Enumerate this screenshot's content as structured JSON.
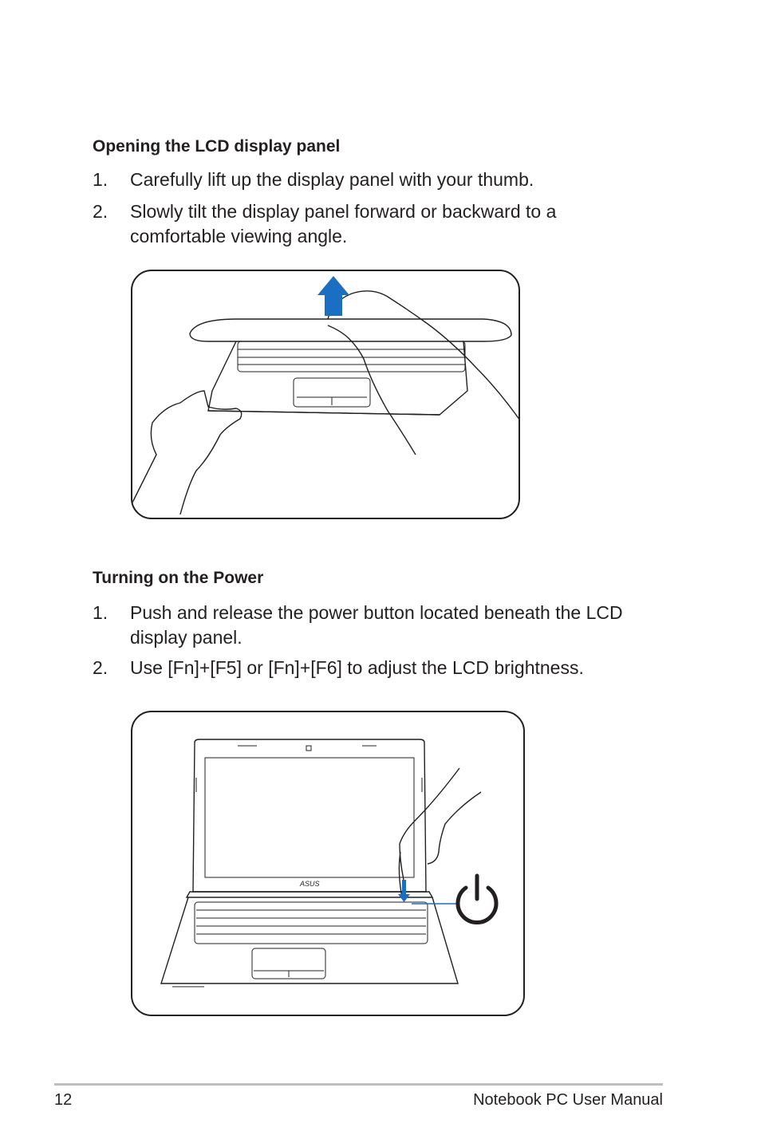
{
  "section_open": {
    "heading": "Opening the LCD display panel",
    "steps": [
      {
        "num": "1.",
        "text": "Carefully lift up the display panel with your thumb."
      },
      {
        "num": "2.",
        "text": "Slowly tilt the display panel forward or backward to a comfortable viewing angle."
      }
    ]
  },
  "section_power": {
    "heading": "Turning on the Power",
    "steps": [
      {
        "num": "1.",
        "text": "Push and release the power button located beneath the LCD display panel."
      },
      {
        "num": "2.",
        "text": "Use [Fn]+[F5] or [Fn]+[F6] to adjust the LCD brightness."
      }
    ]
  },
  "figure_power": {
    "logo_text": "ASUS",
    "power_icon": "power-icon",
    "accent_color": "#1b6fc2"
  },
  "figure_open": {
    "arrow_icon": "up-arrow-icon",
    "accent_color": "#1b6fc2"
  },
  "footer": {
    "page_number": "12",
    "manual_title": "Notebook PC User Manual"
  }
}
